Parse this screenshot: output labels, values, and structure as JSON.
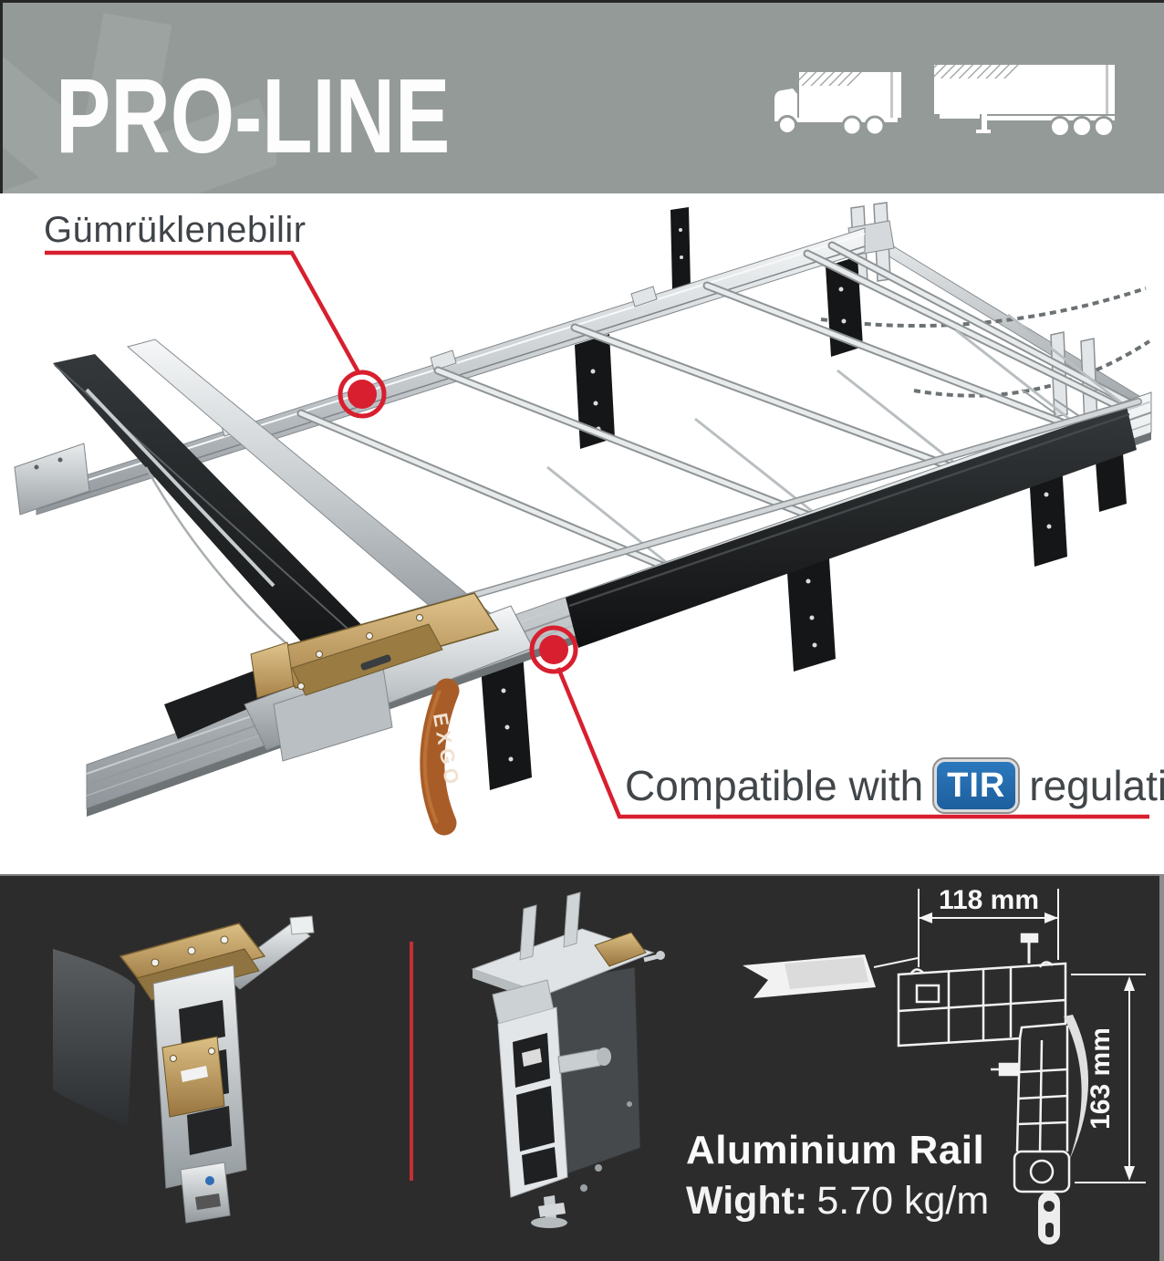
{
  "header": {
    "title": "PRO-LINE",
    "bg_color": "#949a98",
    "icons": [
      "rigid-truck",
      "semi-trailer"
    ]
  },
  "callouts": {
    "customs_label": "Gümrüklenebilir",
    "compatible_prefix": "Compatible with",
    "tir_badge": "TIR",
    "compatible_suffix": "regulations",
    "accent_red": "#d81f2f",
    "tir_blue": "#2066ad"
  },
  "render": {
    "strap_text": "EXGO"
  },
  "specs": {
    "width_dim": "118 mm",
    "height_dim": "163 mm",
    "rail_title": "Aluminium Rail",
    "weight_label": "Wight:",
    "weight_value": "5.70 kg/m"
  },
  "colors": {
    "bottom_bg": "#2d2c2c",
    "divider_red": "#c23038"
  }
}
